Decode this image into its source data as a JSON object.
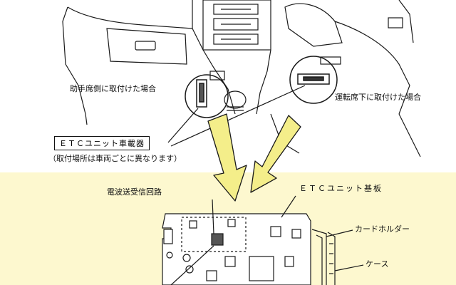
{
  "labels": {
    "passenger_side": "助手席側に取付けた場合",
    "driver_side": "運転席下に取付けた場合",
    "etc_unit": "ＥＴＣユニット車載器",
    "note": "（取付場所は車両ごとに異なります）",
    "radio_circuit": "電波送受信回路",
    "board": "ＥＴＣユニット基板",
    "card_holder": "カードホルダー",
    "case": "ケース"
  },
  "colors": {
    "band": "#fdf8cf",
    "arrow_fill": "#f4ee8a",
    "line": "#1a1a1a"
  }
}
